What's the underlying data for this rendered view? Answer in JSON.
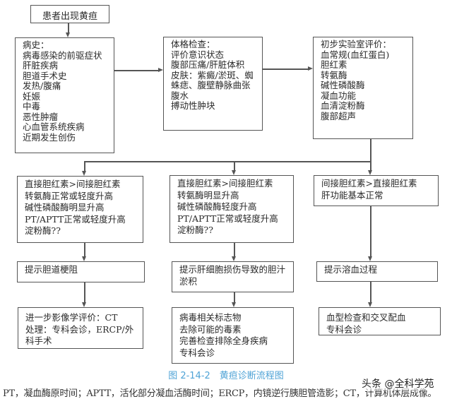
{
  "start": "患者出现黄疸",
  "history": {
    "title": "病史：",
    "items": [
      "病毒感染的前驱症状",
      "肝脏疾病",
      "胆道手术史",
      "发热/腹痛",
      "妊娠",
      "中毒",
      "恶性肿瘤",
      "心血管系统疾病",
      "近期发生创伤"
    ]
  },
  "exam": {
    "title": "体格检查：",
    "items": [
      "评价意识状态",
      "腹部压痛/肝脏体积",
      "皮肤：紫癜/淤斑、蜘",
      "蛛痣、腹壁静脉曲张",
      "腹水",
      "搏动性肿块"
    ]
  },
  "lab": {
    "title": "初步实验室评价：",
    "items": [
      "血常规(血红蛋白)",
      "胆红素",
      "转氨酶",
      "碱性磷酸酶",
      "凝血功能",
      "血清淀粉酶",
      "腹部超声"
    ]
  },
  "branches": [
    {
      "findings": [
        "直接胆红素>间接胆红素",
        "转氨酶正常或轻度升高",
        "碱性磷酸酶明显升高",
        "PT/APTT正常或轻度升高",
        "淀粉酶??"
      ],
      "suggestion": [
        "提示胆道梗阻"
      ],
      "management": [
        "进一步影像学评价：CT",
        "处理：专科会诊，ERCP/外",
        "科手术"
      ]
    },
    {
      "findings": [
        "直接胆红素>间接胆红素",
        "转氨酶明显升高",
        "碱性磷酸酶轻度升高",
        "PT/APTT正常或轻度升高",
        "淀粉酶??"
      ],
      "suggestion": [
        "提示肝细胞损伤导致的胆汁",
        "淤积"
      ],
      "management": [
        "病毒相关标志物",
        "去除可能的毒素",
        "完善检查排除全身疾病",
        "专科会诊"
      ]
    },
    {
      "findings": [
        "间接胆红素>直接胆红素",
        "肝功能基本正常"
      ],
      "suggestion": [
        "提示溶血过程"
      ],
      "management": [
        "血型检查和交叉配血",
        "专科会诊"
      ]
    }
  ],
  "caption": "图 2-14-2　黄疸诊断流程图",
  "footnote": "PT，凝血酶原时间；APTT，活化部分凝血活酶时间；ERCP，内镜逆行胰胆管造影；CT，计算机体层成像。",
  "watermark": "头条 @全科学苑",
  "colors": {
    "line": "#555555",
    "caption": "#4fa3d6"
  }
}
